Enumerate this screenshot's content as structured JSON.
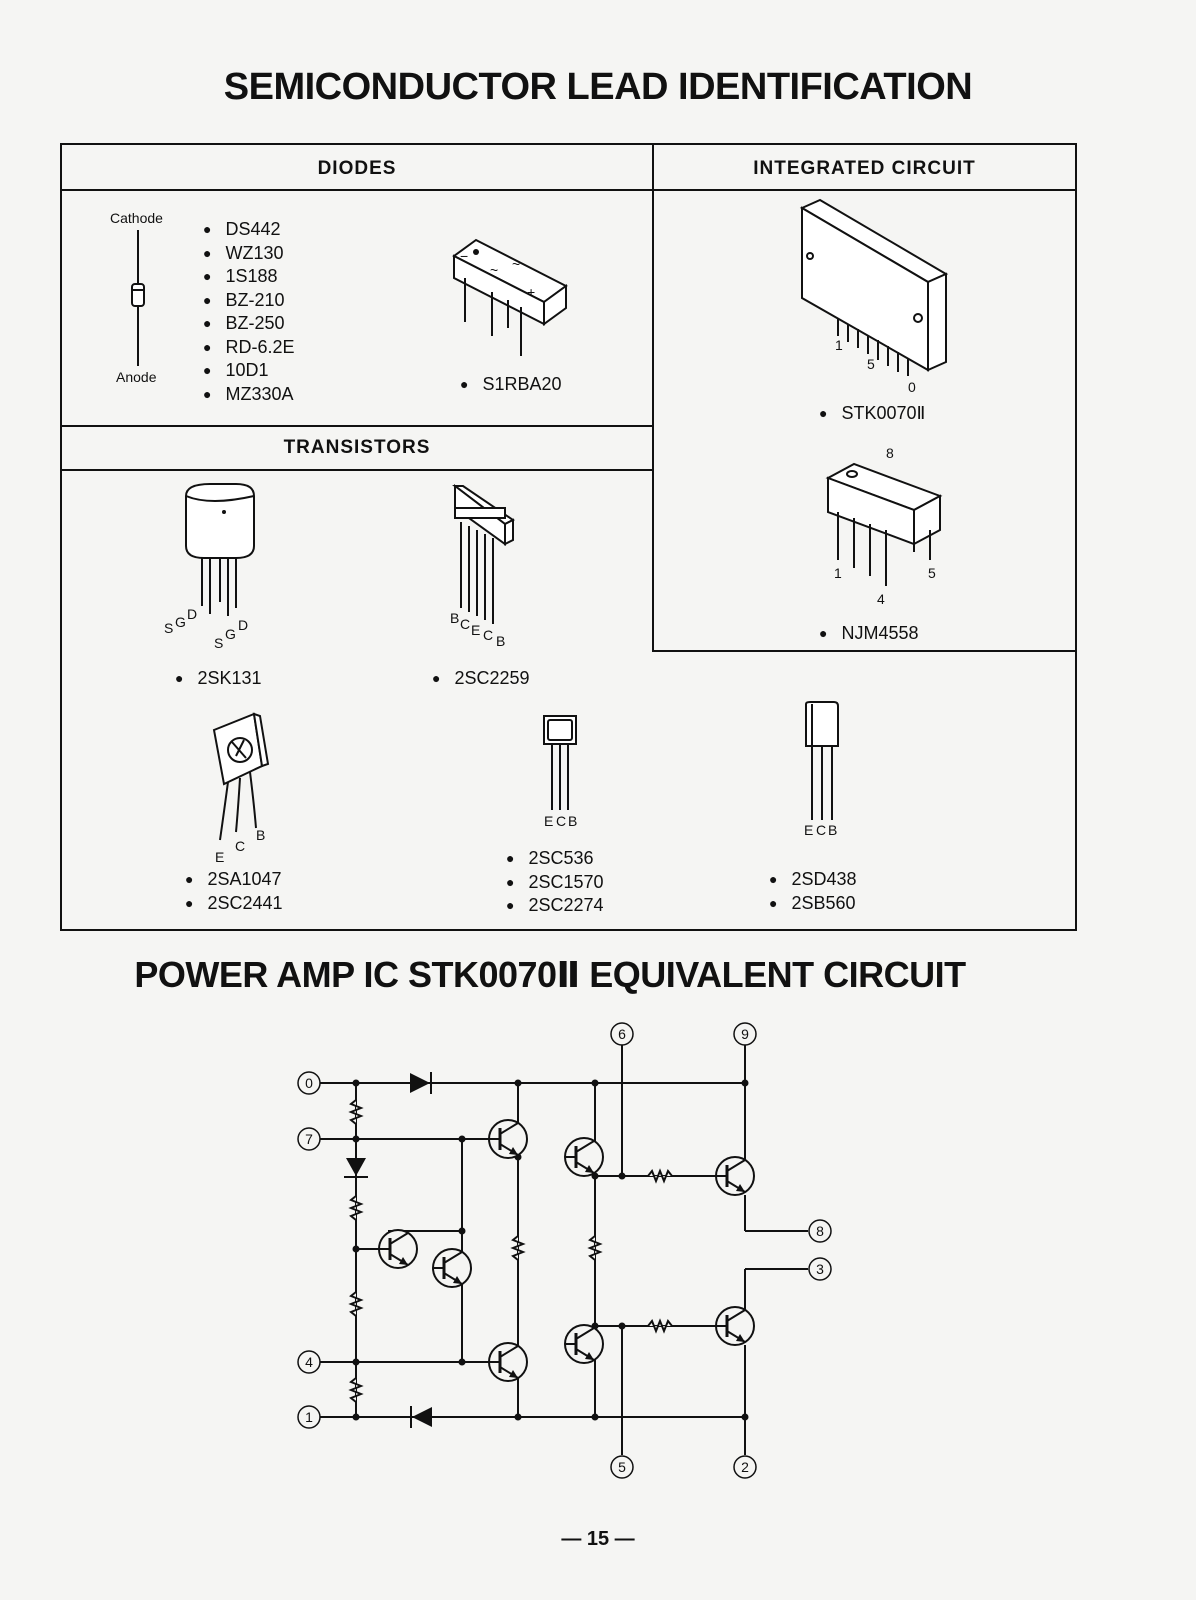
{
  "page": {
    "title": "SEMICONDUCTOR LEAD IDENTIFICATION",
    "circuit_title": "POWER AMP IC STK0070Ⅱ EQUIVALENT CIRCUIT",
    "page_number": "— 15 —"
  },
  "diodes": {
    "header": "DIODES",
    "cathode_label": "Cathode",
    "anode_label": "Anode",
    "parts": [
      "DS442",
      "WZ130",
      "1S188",
      "BZ-210",
      "BZ-250",
      "RD-6.2E",
      "10D1",
      "MZ330A"
    ],
    "bridge_part": "S1RBA20",
    "bridge_symbols": [
      "−",
      "~",
      "~",
      "+"
    ]
  },
  "integrated_circuit": {
    "header": "INTEGRATED CIRCUIT",
    "stk": {
      "part": "STK0070Ⅱ",
      "pins": [
        "1",
        "5",
        "0"
      ]
    },
    "njm": {
      "part": "NJM4558",
      "pins": [
        "8",
        "1",
        "4",
        "5"
      ]
    }
  },
  "transistors": {
    "header": "TRANSISTORS",
    "groups": [
      {
        "parts": [
          "2SK131"
        ],
        "leads": [
          "S",
          "G",
          "D",
          "S",
          "G",
          "D"
        ]
      },
      {
        "parts": [
          "2SC2259"
        ],
        "leads": [
          "B",
          "C",
          "E",
          "C",
          "B"
        ]
      },
      {
        "parts": [
          "2SA1047",
          "2SC2441"
        ],
        "leads": [
          "E",
          "C",
          "B"
        ]
      },
      {
        "parts": [
          "2SC536",
          "2SC1570",
          "2SC2274"
        ],
        "leads": [
          "E",
          "C",
          "B"
        ]
      },
      {
        "parts": [
          "2SD438",
          "2SB560"
        ],
        "leads": [
          "E",
          "C",
          "B"
        ]
      }
    ]
  },
  "circuit": {
    "terminals": [
      "0",
      "7",
      "4",
      "1",
      "6",
      "9",
      "8",
      "3",
      "5",
      "2"
    ]
  }
}
